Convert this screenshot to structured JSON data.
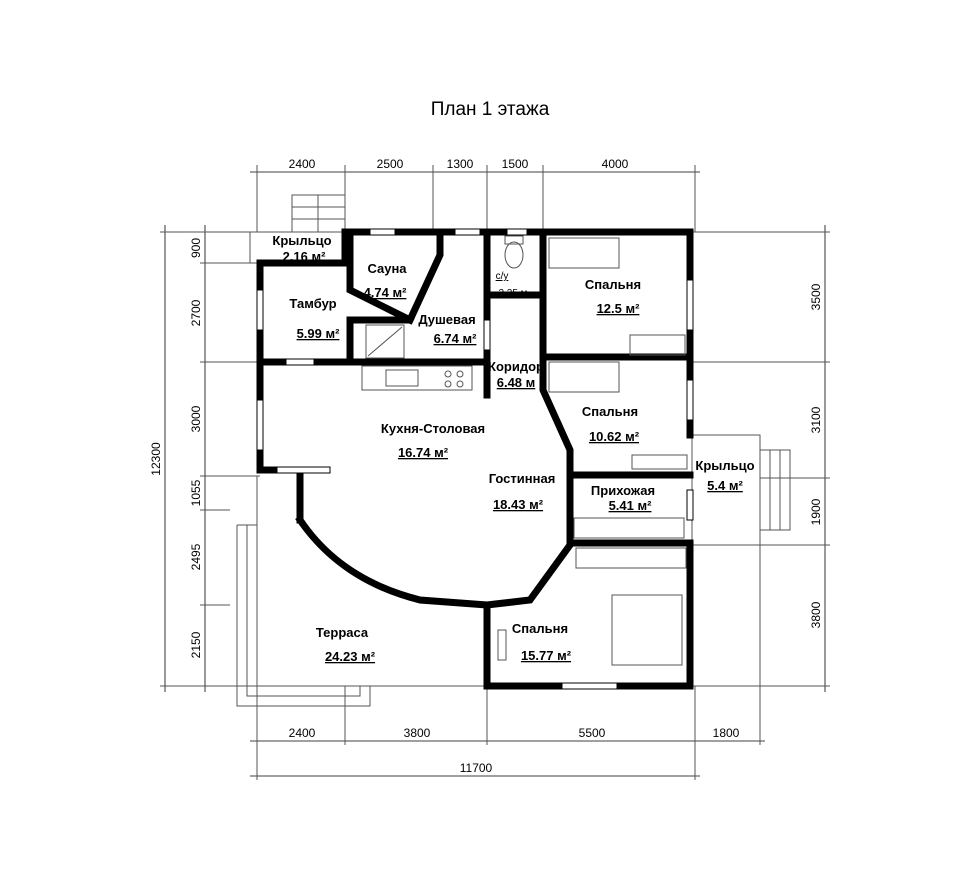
{
  "title": "План 1 этажа",
  "dimensions": {
    "top": [
      "2400",
      "2500",
      "1300",
      "1500",
      "4000"
    ],
    "bottom": [
      "2400",
      "3800",
      "5500",
      "1800"
    ],
    "bottom_total": "11700",
    "left": [
      "900",
      "2700",
      "3000",
      "1055",
      "2495",
      "2150"
    ],
    "left_total": "12300",
    "right": [
      "3500",
      "3100",
      "1900",
      "3800"
    ]
  },
  "rooms": [
    {
      "name": "Крыльцо",
      "area": "2.16 м²"
    },
    {
      "name": "Сауна",
      "area": "4.74 м²"
    },
    {
      "name": "Тамбур",
      "area": "5.99 м²"
    },
    {
      "name": "Душевая",
      "area": "6.74 м²"
    },
    {
      "name": "с/у",
      "area": "2.25 м"
    },
    {
      "name": "Спальня",
      "area": "12.5 м²"
    },
    {
      "name": "Коридор",
      "area": "6.48 м"
    },
    {
      "name": "Кухня-Столовая",
      "area": "16.74 м²"
    },
    {
      "name": "Спальня",
      "area": "10.62 м²"
    },
    {
      "name": "Гостинная",
      "area": "18.43 м²"
    },
    {
      "name": "Прихожая",
      "area": "5.41 м²"
    },
    {
      "name": "Крыльцо",
      "area": "5.4 м²"
    },
    {
      "name": "Терраса",
      "area": "24.23 м²"
    },
    {
      "name": "Спальня",
      "area": "15.77 м²"
    }
  ]
}
